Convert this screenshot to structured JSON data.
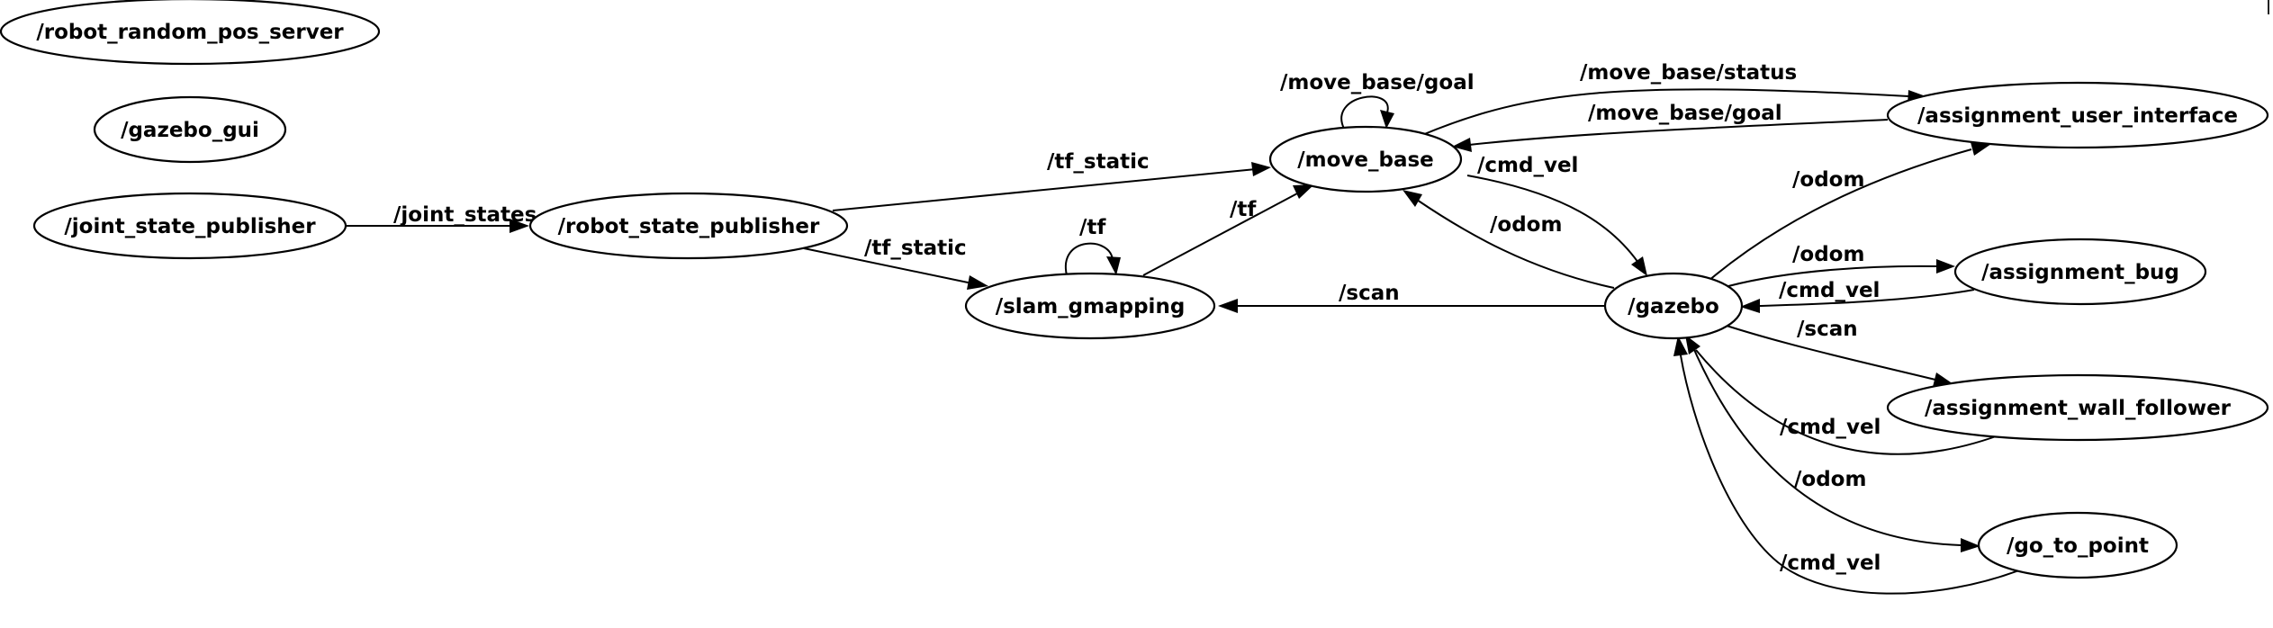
{
  "graph": {
    "nodes": {
      "robot_random_pos_server": "/robot_random_pos_server",
      "gazebo_gui": "/gazebo_gui",
      "joint_state_publisher": "/joint_state_publisher",
      "robot_state_publisher": "/robot_state_publisher",
      "slam_gmapping": "/slam_gmapping",
      "move_base": "/move_base",
      "gazebo": "/gazebo",
      "assignment_user_interface": "/assignment_user_interface",
      "assignment_bug": "/assignment_bug",
      "assignment_wall_follower": "/assignment_wall_follower",
      "go_to_point": "/go_to_point"
    },
    "edges": [
      {
        "id": "jsp-rsp",
        "from": "joint_state_publisher",
        "to": "robot_state_publisher",
        "label": "/joint_states"
      },
      {
        "id": "rsp-mb",
        "from": "robot_state_publisher",
        "to": "move_base",
        "label": "/tf_static"
      },
      {
        "id": "rsp-slam",
        "from": "robot_state_publisher",
        "to": "slam_gmapping",
        "label": "/tf_static"
      },
      {
        "id": "slam-self",
        "from": "slam_gmapping",
        "to": "slam_gmapping",
        "label": "/tf"
      },
      {
        "id": "slam-mb",
        "from": "slam_gmapping",
        "to": "move_base",
        "label": "/tf"
      },
      {
        "id": "mb-self",
        "from": "move_base",
        "to": "move_base",
        "label": "/move_base/goal"
      },
      {
        "id": "mb-aui",
        "from": "move_base",
        "to": "assignment_user_interface",
        "label": "/move_base/status"
      },
      {
        "id": "aui-mb",
        "from": "assignment_user_interface",
        "to": "move_base",
        "label": "/move_base/goal"
      },
      {
        "id": "mb-gz",
        "from": "move_base",
        "to": "gazebo",
        "label": "/cmd_vel"
      },
      {
        "id": "gz-mb",
        "from": "gazebo",
        "to": "move_base",
        "label": "/odom"
      },
      {
        "id": "gz-slam",
        "from": "gazebo",
        "to": "slam_gmapping",
        "label": "/scan"
      },
      {
        "id": "gz-aui",
        "from": "gazebo",
        "to": "assignment_user_interface",
        "label": "/odom"
      },
      {
        "id": "gz-bug",
        "from": "gazebo",
        "to": "assignment_bug",
        "label": "/odom"
      },
      {
        "id": "bug-gz",
        "from": "assignment_bug",
        "to": "gazebo",
        "label": "/cmd_vel"
      },
      {
        "id": "gz-wf",
        "from": "gazebo",
        "to": "assignment_wall_follower",
        "label": "/scan"
      },
      {
        "id": "wf-gz",
        "from": "assignment_wall_follower",
        "to": "gazebo",
        "label": "/cmd_vel"
      },
      {
        "id": "gz-gtp",
        "from": "gazebo",
        "to": "go_to_point",
        "label": "/odom"
      },
      {
        "id": "gtp-gz",
        "from": "go_to_point",
        "to": "gazebo",
        "label": "/cmd_vel"
      }
    ]
  }
}
